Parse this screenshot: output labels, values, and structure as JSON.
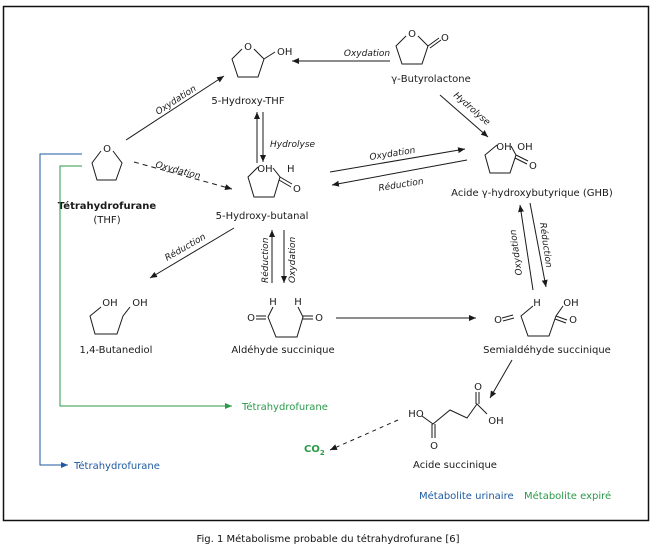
{
  "figure": {
    "caption": "Fig. 1 Métabolisme probable du tétrahydrofurane [6]",
    "colors": {
      "urinary": "#1f5aa0",
      "exhaled": "#2a9a4a",
      "line": "#1a1a1a"
    }
  },
  "compounds": {
    "thf": {
      "name": "Tétrahydrofurane",
      "abbr": "(THF)"
    },
    "hydroxy_thf": {
      "name": "5-Hydroxy-THF"
    },
    "butyrolactone": {
      "name": "γ-Butyrolactone"
    },
    "hydroxy_butanal": {
      "name": "5-Hydroxy-butanal"
    },
    "ghb": {
      "name": "Acide γ-hydroxybutyrique (GHB)"
    },
    "butanediol": {
      "name": "1,4-Butanediol"
    },
    "succinic_aldehyde": {
      "name": "Aldéhyde succinique"
    },
    "succinic_semialdehyde": {
      "name": "Semialdéhyde succinique"
    },
    "succinic_acid": {
      "name": "Acide succinique"
    },
    "co2": {
      "name": "CO",
      "sub": "2"
    }
  },
  "atoms": {
    "O": "O",
    "OH": "OH",
    "HO": "HO",
    "H": "H"
  },
  "reactions": {
    "thf_to_hydroxythf": "Oxydation",
    "butyrolactone_to_hydroxythf": "Oxydation",
    "butyrolactone_to_ghb": "Hydrolyse",
    "hydroxythf_to_butanal": "Hydrolyse",
    "thf_to_butanal": "Oxydation",
    "butanal_to_ghb": "Oxydation",
    "ghb_to_butanal": "Réduction",
    "butanal_to_butanediol": "Réduction",
    "aldehyde_to_butanal": "Réduction",
    "butanal_to_aldehyde": "Oxydation",
    "semi_to_ghb": "Oxydation",
    "ghb_to_semi": "Réduction"
  },
  "excretion": {
    "exhaled_thf": "Tétrahydrofurane",
    "urinary_thf": "Tétrahydrofurane"
  },
  "legend": {
    "urinary": "Métabolite urinaire",
    "exhaled": "Métabolite expiré"
  }
}
